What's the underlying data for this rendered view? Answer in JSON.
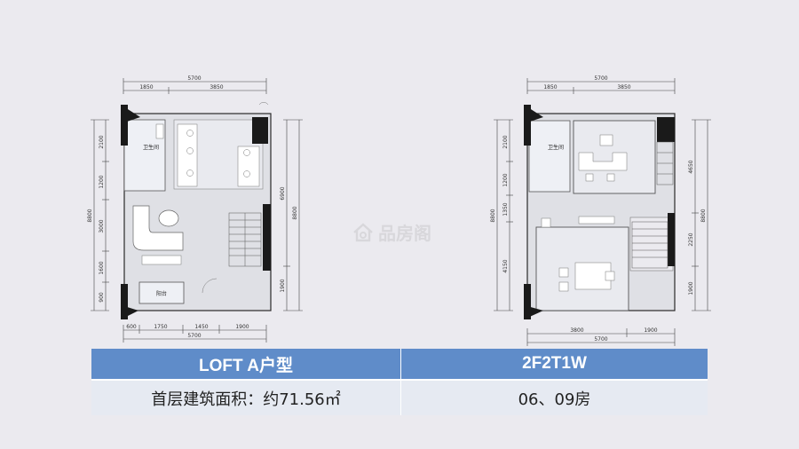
{
  "plan_a": {
    "top_total": "5700",
    "top_segments": [
      "1850",
      "3850"
    ],
    "left_dims": [
      "2100",
      "1200",
      "3000",
      "1600",
      "900"
    ],
    "left_total": "8800",
    "right_dims": [
      "6900",
      "1900"
    ],
    "right_total": "8800",
    "bottom_segments": [
      "600",
      "1750",
      "1450",
      "1900"
    ],
    "bottom_total": "5700",
    "rooms": {
      "bathroom": "卫生间",
      "balcony": "阳台"
    }
  },
  "plan_b": {
    "top_total": "5700",
    "top_segments": [
      "1850",
      "3850"
    ],
    "left_dims": [
      "2100",
      "1200",
      "1350",
      "4150"
    ],
    "left_total": "8800",
    "right_dims": [
      "4650",
      "2250",
      "1900"
    ],
    "right_total": "8800",
    "bottom_segments": [
      "3800",
      "1900"
    ],
    "bottom_total": "5700",
    "rooms": {
      "bathroom": "卫生间"
    }
  },
  "watermark": {
    "text": "品房阁",
    "icon": "house-logo-icon"
  },
  "table": {
    "header_left": "LOFT   A户型",
    "header_right": "2F2T1W",
    "row_left": "首层建筑面积：约71.56㎡",
    "row_right": "06、09房"
  },
  "colors": {
    "background": "#ebeaef",
    "header_blue": "#5f8cc9",
    "row_bg": "#e6eaf2",
    "wall": "#1a1a1a"
  }
}
